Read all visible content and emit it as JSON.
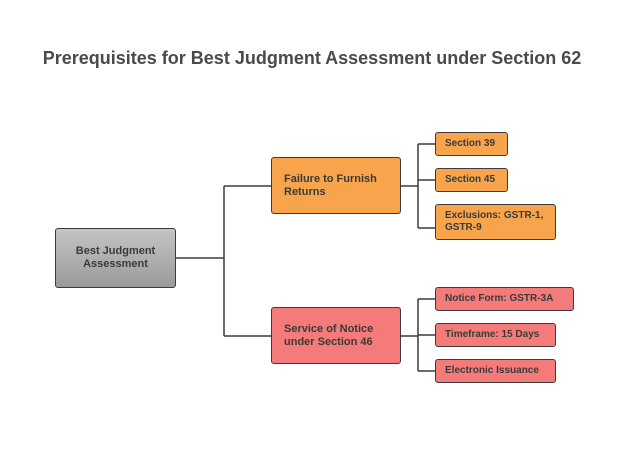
{
  "title": "Prerequisites for Best Judgment Assessment under Section 62",
  "root": {
    "label": "Best Judgment\nAssessment"
  },
  "branches": [
    {
      "label": "Failure to Furnish\nReturns",
      "color": "#f7a44c",
      "children": [
        "Section 39",
        "Section 45",
        "Exclusions: GSTR-1,\nGSTR-9"
      ]
    },
    {
      "label": "Service of Notice\nunder Section 46",
      "color": "#f57b7b",
      "children": [
        "Notice Form: GSTR-3A",
        "Timeframe: 15 Days",
        "Electronic Issuance"
      ]
    }
  ]
}
